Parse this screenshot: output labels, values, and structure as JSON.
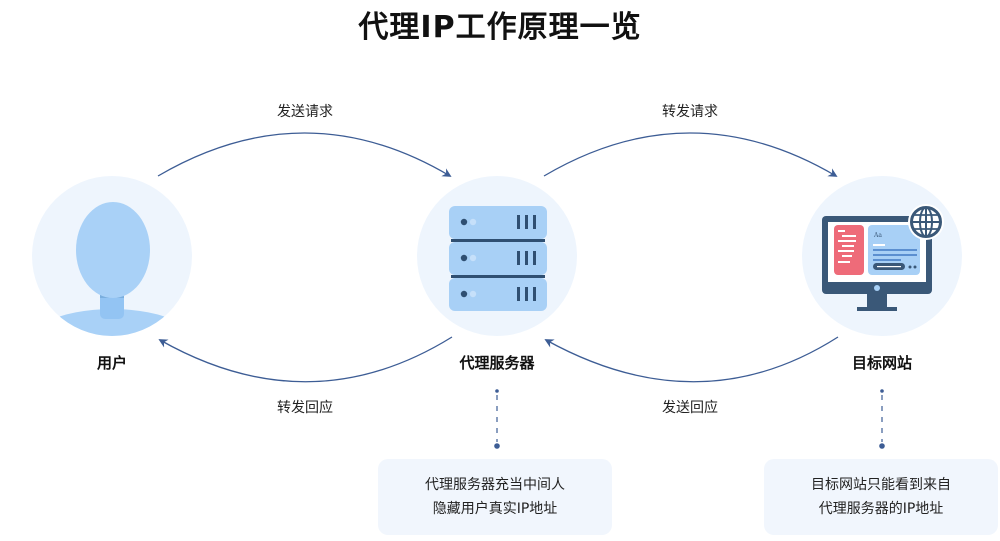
{
  "title": "代理IP工作原理一览",
  "nodes": {
    "user": {
      "label": "用户",
      "icon": "user-avatar-icon"
    },
    "proxy": {
      "label": "代理服务器",
      "icon": "server-rack-icon"
    },
    "target": {
      "label": "目标网站",
      "icon": "website-monitor-icon"
    }
  },
  "edges": {
    "send_request": "发送请求",
    "forward_request": "转发请求",
    "forward_response": "转发回应",
    "send_response": "发送回应"
  },
  "notes": {
    "proxy": {
      "line1": "代理服务器充当中间人",
      "line2": "隐藏用户真实IP地址"
    },
    "target": {
      "line1": "目标网站只能看到来自",
      "line2": "代理服务器的IP地址"
    }
  },
  "colors": {
    "arrow": "#3d5d95",
    "circle_bg": "#eef5fd",
    "avatar": "#a9d1f7",
    "server": "#a8d0f6",
    "server_dark": "#2f4f72",
    "monitor": "#3a5878",
    "red_panel": "#ee6b79",
    "note_bg": "#f1f6fd"
  }
}
